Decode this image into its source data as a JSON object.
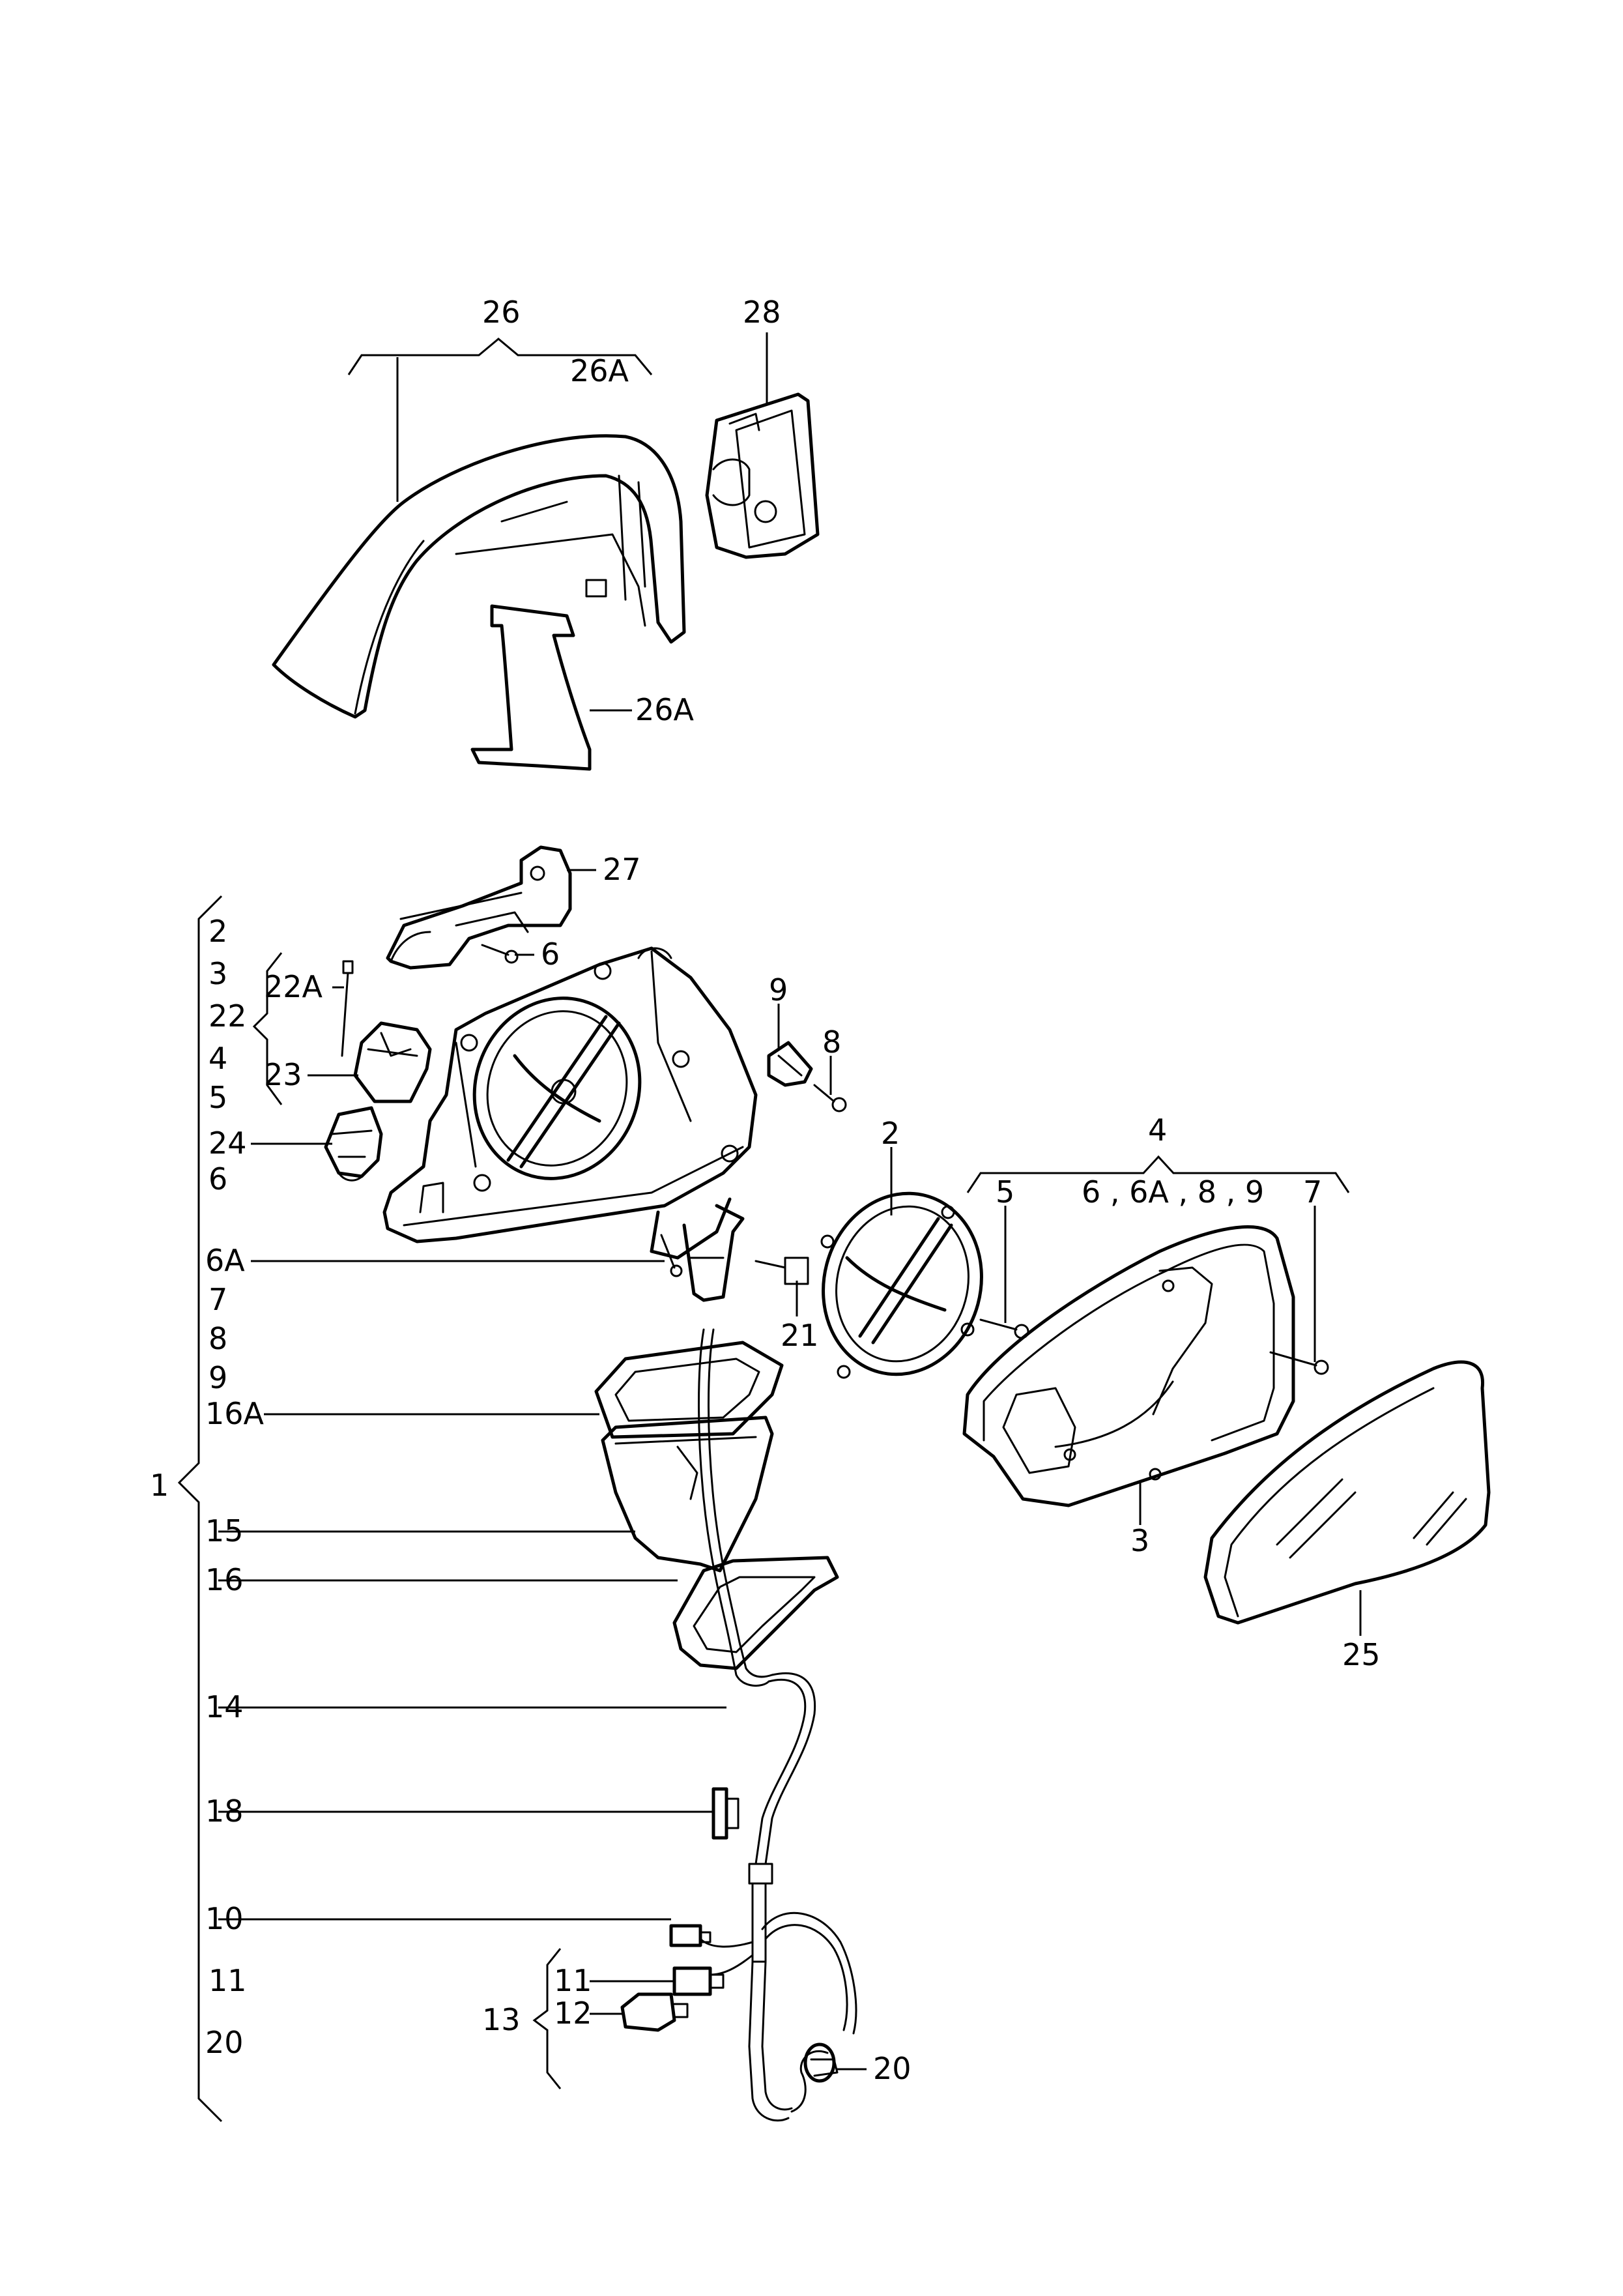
{
  "labels": {
    "l26": "26",
    "l26A_top": "26A",
    "l28": "28",
    "l26A_side": "26A",
    "l27": "27",
    "l6_a": "6",
    "l9": "9",
    "l8": "8",
    "l2_right": "2",
    "l4": "4",
    "l5_right": "5",
    "l4_group": "6 , 6A , 8 , 9",
    "l7_right": "7",
    "l21": "21",
    "l3": "3",
    "l25": "25",
    "l20_right": "20",
    "l13": "13",
    "l11_sub": "11",
    "l12": "12",
    "l22A": "22A",
    "l23": "23",
    "l24": "24",
    "l1": "1",
    "list": [
      "2",
      "3",
      "22",
      "4",
      "5",
      "6",
      "6A",
      "7",
      "8",
      "9",
      "16A",
      "15",
      "16",
      "14",
      "18",
      "10",
      "11",
      "20"
    ]
  }
}
